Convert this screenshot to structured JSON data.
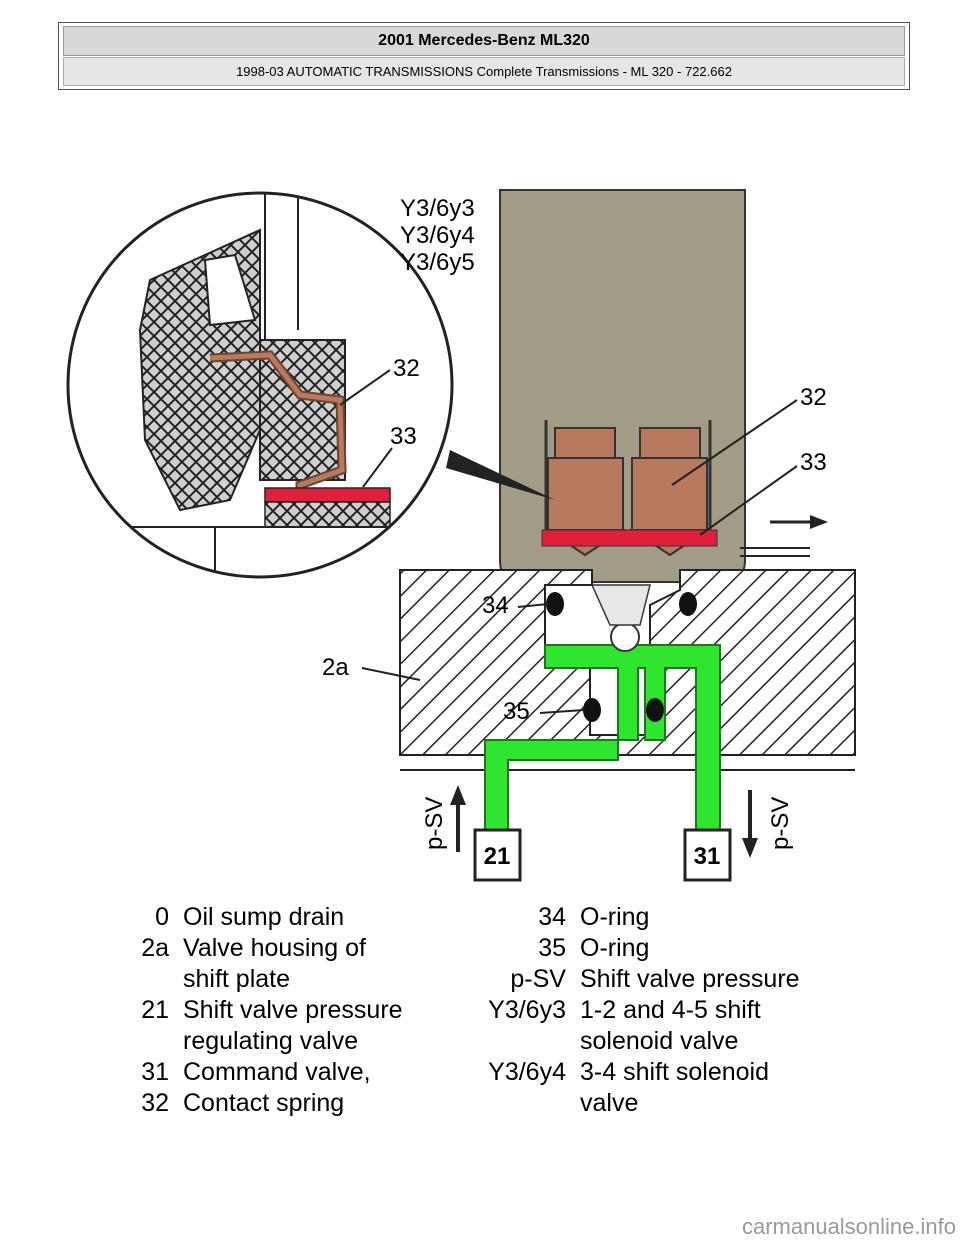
{
  "header": {
    "title": "2001 Mercedes-Benz ML320",
    "subtitle": "1998-03 AUTOMATIC TRANSMISSIONS Complete Transmissions - ML 320 - 722.662"
  },
  "diagram": {
    "labels": {
      "y3_6y3": "Y3/6y3",
      "y3_6y4": "Y3/6y4",
      "y3_6y5": "Y3/6y5",
      "detail_32": "32",
      "detail_33": "33",
      "main_32": "32",
      "main_33": "33",
      "l34": "34",
      "l2a": "2a",
      "l35": "35",
      "psv_left": "p-SV",
      "psv_right": "p-SV",
      "box21": "21",
      "box31": "31"
    }
  },
  "legend_left": [
    {
      "num": "0",
      "text": "Oil sump drain"
    },
    {
      "num": "2a",
      "text": "Valve housing of"
    },
    {
      "num": "",
      "text": "shift plate"
    },
    {
      "num": "21",
      "text": "Shift valve pressure"
    },
    {
      "num": "",
      "text": "regulating valve"
    },
    {
      "num": "31",
      "text": "Command valve,"
    },
    {
      "num": "32",
      "text": "Contact spring"
    }
  ],
  "legend_right": [
    {
      "num": "34",
      "text": "O-ring"
    },
    {
      "num": "35",
      "text": "O-ring"
    },
    {
      "num": "p-SV",
      "text": "Shift valve pressure"
    },
    {
      "num": "Y3/6y3",
      "text": "1-2 and 4-5 shift"
    },
    {
      "num": "",
      "text": "solenoid valve"
    },
    {
      "num": "Y3/6y4",
      "text": "3-4 shift solenoid"
    },
    {
      "num": "",
      "text": "valve"
    }
  ],
  "footer": "carmanualsonline.info",
  "colors": {
    "oil": "#2ee62e",
    "solenoid": "#b87a5e",
    "seal": "#e0203a",
    "housing": "#a09a85"
  }
}
